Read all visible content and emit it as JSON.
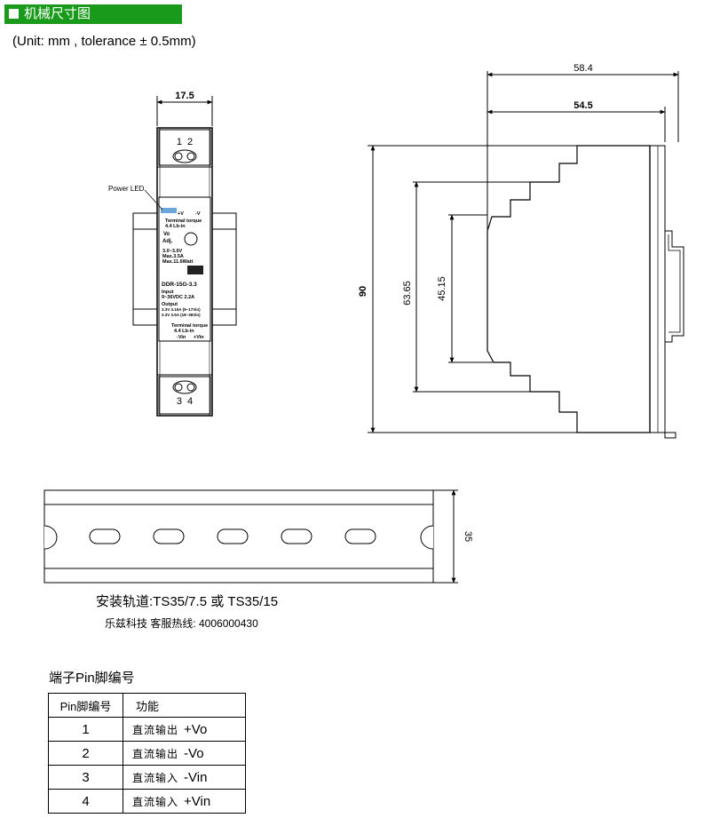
{
  "header": {
    "title": "机械尺寸图"
  },
  "unit_note": "(Unit: mm , tolerance ± 0.5mm)",
  "front_view": {
    "width_dim": "17.5",
    "top_terminals": "1  2",
    "bottom_terminals": "3  4",
    "power_led_label": "Power LED",
    "label_lines": [
      "+V",
      "-V",
      "Terminal torque",
      "4.4 Lb-in",
      "Vo",
      "Adj.",
      "3.0~3.6V",
      "Max.3.5A",
      "Max.11.6Watt",
      "DDR-15G-3.3",
      "Input",
      "9~36VDC 2.2A",
      "Output",
      "3.3V 3.15A (9~17Vin)",
      "3.3V 3.5A (18~36Vin)",
      "Terminal torque",
      "4.4 Lb-in",
      "-Vin",
      "+Vin"
    ]
  },
  "side_view": {
    "dim_overall_depth": "58.4",
    "dim_depth": "54.5",
    "dim_height": "90",
    "dim_step_outer": "63.65",
    "dim_step_inner": "45.15"
  },
  "rail": {
    "height_dim": "35",
    "label": "安装轨道:TS35/7.5 或 TS35/15",
    "hotline": "乐兹科技 客服热线: 4006000430"
  },
  "pin_table": {
    "title": "端子Pin脚编号",
    "col_pin": "Pin脚编号",
    "col_func": "功能",
    "rows": [
      {
        "pin": "1",
        "desc": "直流输出",
        "signal": "+Vo"
      },
      {
        "pin": "2",
        "desc": "直流输出",
        "signal": "-Vo"
      },
      {
        "pin": "3",
        "desc": "直流输入",
        "signal": "-Vin"
      },
      {
        "pin": "4",
        "desc": "直流输入",
        "signal": "+Vin"
      }
    ]
  }
}
